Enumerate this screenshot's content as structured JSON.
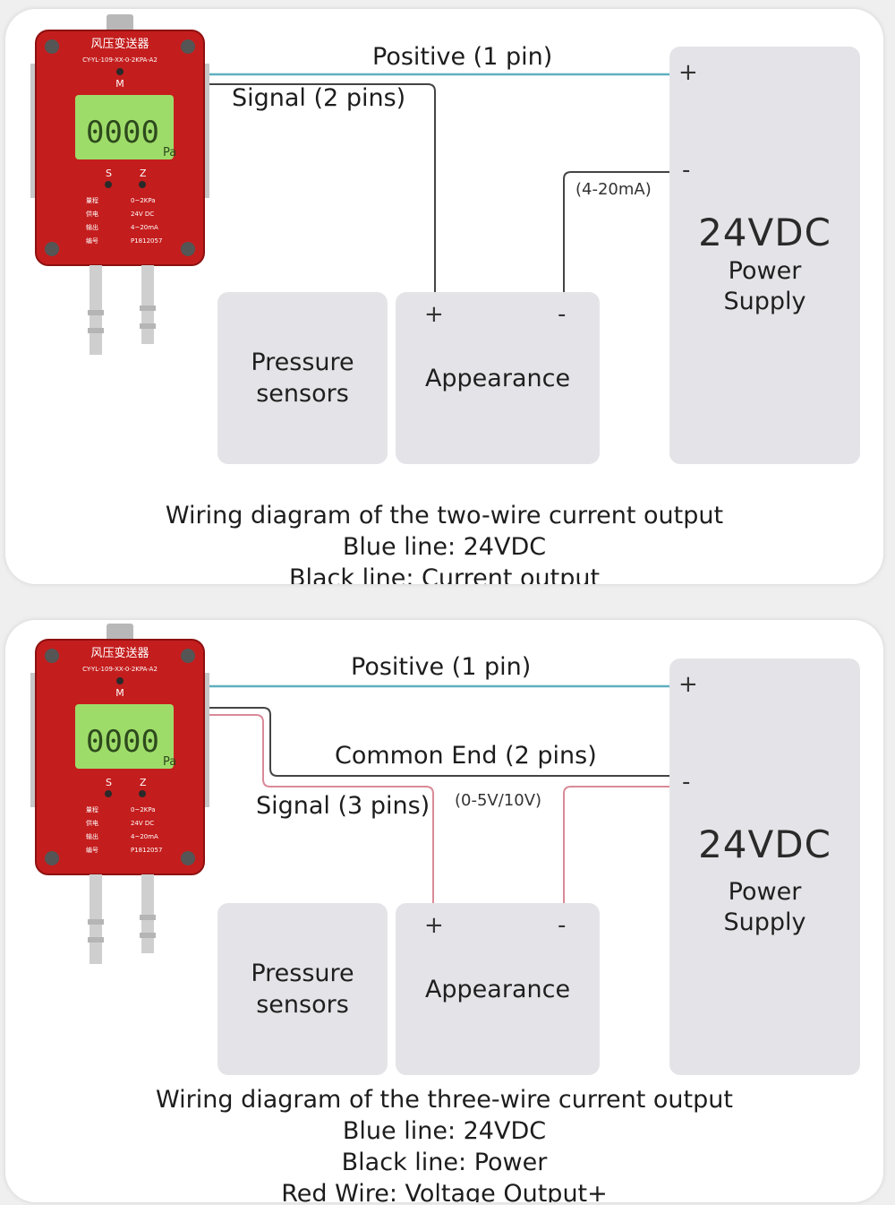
{
  "diagrams": [
    {
      "wires": {
        "positive": "Positive (1 pin)",
        "signal": "Signal (2 pins)",
        "current": "(4-20mA)"
      },
      "boxes": {
        "sensor": [
          "Pressure",
          "sensors"
        ],
        "appearance": "Appearance",
        "plus": "+",
        "minus": "-"
      },
      "power": {
        "voltage": "24VDC",
        "line1": "Power",
        "line2": "Supply",
        "plus": "+",
        "minus": "-"
      },
      "caption": [
        "Wiring diagram of the two-wire current output",
        "Blue line: 24VDC",
        "Black line: Current output"
      ]
    },
    {
      "wires": {
        "positive": "Positive (1 pin)",
        "common": "Common End (2 pins)",
        "signal": "Signal (3 pins)",
        "voltage": "(0-5V/10V)"
      },
      "boxes": {
        "sensor": [
          "Pressure",
          "sensors"
        ],
        "appearance": "Appearance",
        "plus": "+",
        "minus": "-"
      },
      "power": {
        "voltage": "24VDC",
        "line1": "Power",
        "line2": "Supply",
        "plus": "+",
        "minus": "-"
      },
      "caption": [
        "Wiring diagram of the three-wire current output",
        "Blue line: 24VDC",
        "Black line: Power",
        "Red Wire: Voltage Output+"
      ]
    }
  ],
  "device": {
    "title": "风压变送器",
    "model": "CY-YL-109-XX-0-2KPA-A2",
    "lcd": "0000",
    "unit": "Pa",
    "buttons": [
      "M",
      "S",
      "Z"
    ],
    "spec_keys": [
      "量程",
      "供电",
      "输出",
      "编号"
    ],
    "spec_vals": [
      "0~2KPa",
      "24V DC",
      "4~20mA",
      "P1812057"
    ]
  },
  "colors": {
    "blue_wire": "#5fb0c0",
    "black_wire": "#444444",
    "red_wire": "#d98a98",
    "device_red": "#c41d1d",
    "lcd_green": "#9edc6a",
    "box_gray": "#e4e4e8"
  },
  "icons": {
    "device": "pressure-transmitter-icon"
  }
}
